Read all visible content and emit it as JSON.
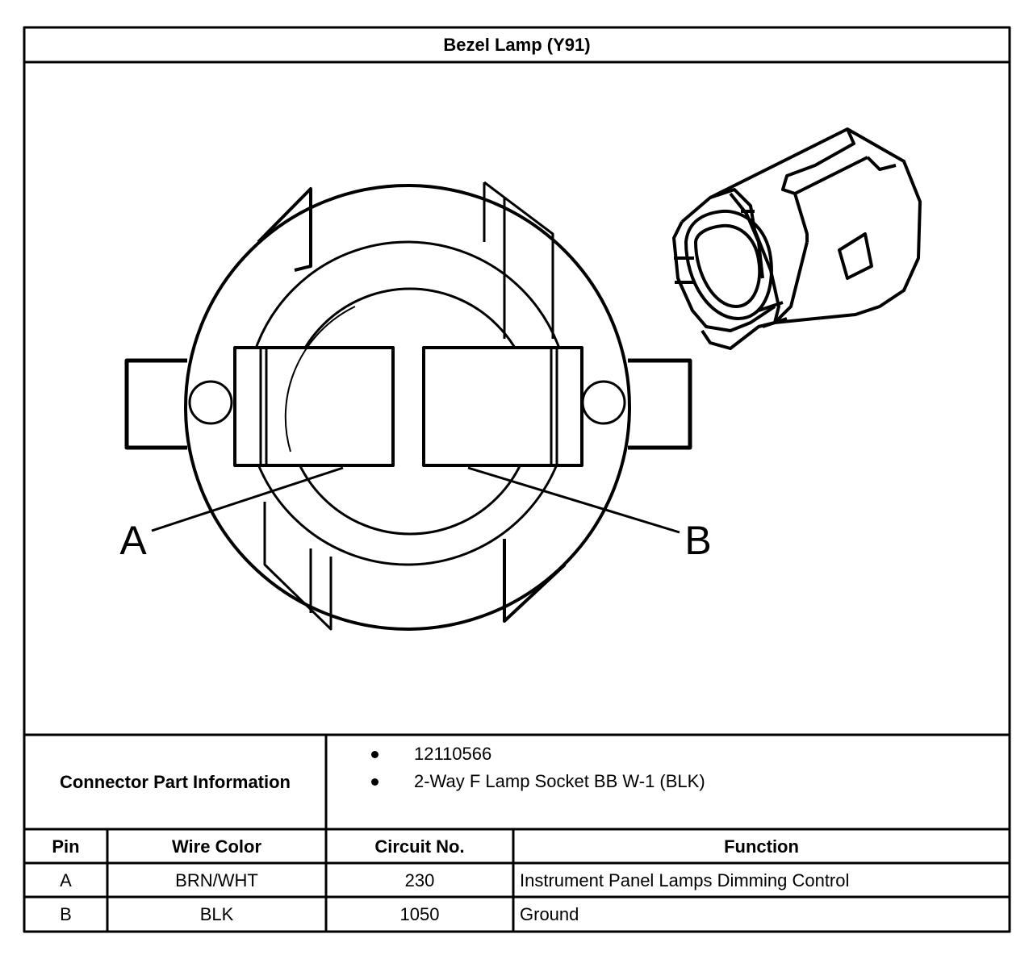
{
  "title": "Bezel Lamp (Y91)",
  "pin_labels": {
    "a": "A",
    "b": "B"
  },
  "connector_info": {
    "label": "Connector Part Information",
    "items": [
      "12110566",
      "2-Way F Lamp Socket BB W-1 (BLK)"
    ]
  },
  "table": {
    "headers": {
      "pin": "Pin",
      "wire_color": "Wire Color",
      "circuit": "Circuit No.",
      "function": "Function"
    },
    "rows": [
      {
        "pin": "A",
        "wire_color": "BRN/WHT",
        "circuit": "230",
        "function": "Instrument Panel Lamps Dimming Control"
      },
      {
        "pin": "B",
        "wire_color": "BLK",
        "circuit": "1050",
        "function": "Ground"
      }
    ]
  }
}
